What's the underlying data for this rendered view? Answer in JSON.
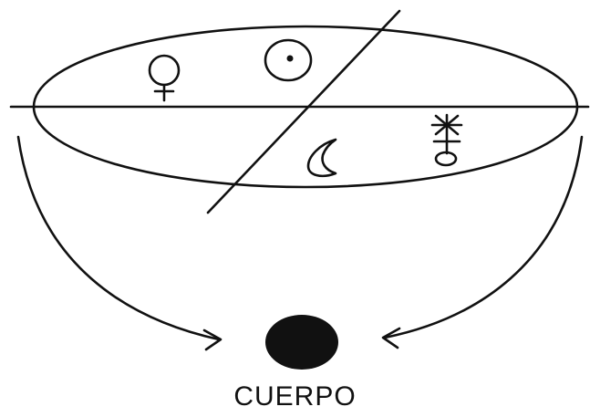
{
  "diagram": {
    "caption": "CUERPO",
    "symbols": [
      "venus-symbol",
      "sun-symbol",
      "moon-symbol",
      "uranus-symbol"
    ],
    "ink_color": "#111111",
    "background": "#ffffff"
  }
}
